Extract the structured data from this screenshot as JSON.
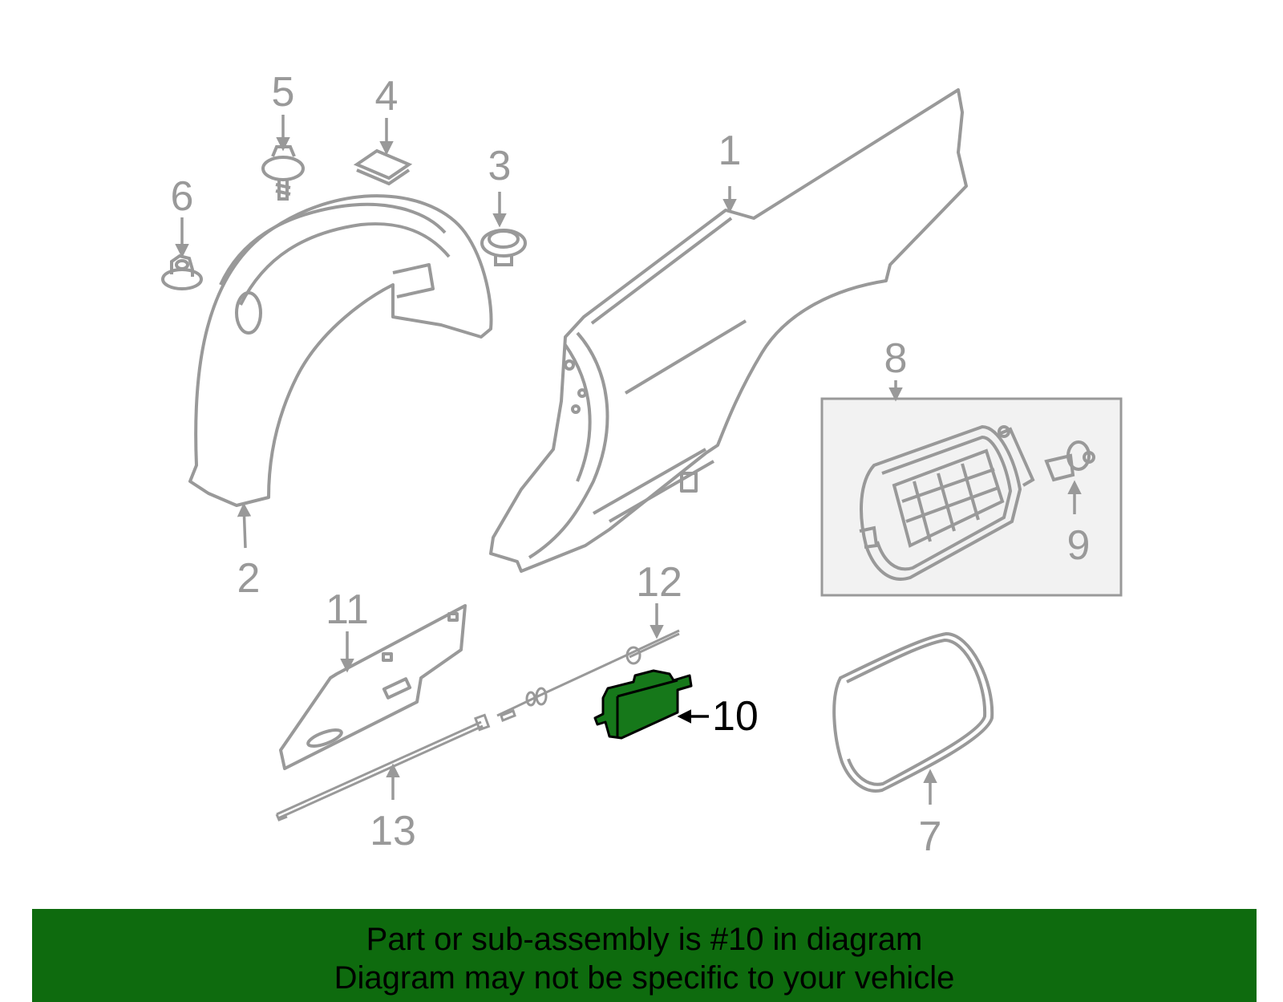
{
  "diagram": {
    "callouts": [
      {
        "id": "1",
        "label": "1"
      },
      {
        "id": "2",
        "label": "2"
      },
      {
        "id": "3",
        "label": "3"
      },
      {
        "id": "4",
        "label": "4"
      },
      {
        "id": "5",
        "label": "5"
      },
      {
        "id": "6",
        "label": "6"
      },
      {
        "id": "7",
        "label": "7"
      },
      {
        "id": "8",
        "label": "8"
      },
      {
        "id": "9",
        "label": "9"
      },
      {
        "id": "10",
        "label": "10",
        "highlighted": true
      },
      {
        "id": "11",
        "label": "11"
      },
      {
        "id": "12",
        "label": "12"
      },
      {
        "id": "13",
        "label": "13"
      }
    ],
    "line_color": "#999999",
    "highlight_fill": "#16781a",
    "highlight_stroke": "#000000"
  },
  "banner": {
    "line1": "Part or sub-assembly is #10 in diagram",
    "line2": "Diagram may not be specific to your vehicle",
    "background": "#0e6b0e"
  }
}
